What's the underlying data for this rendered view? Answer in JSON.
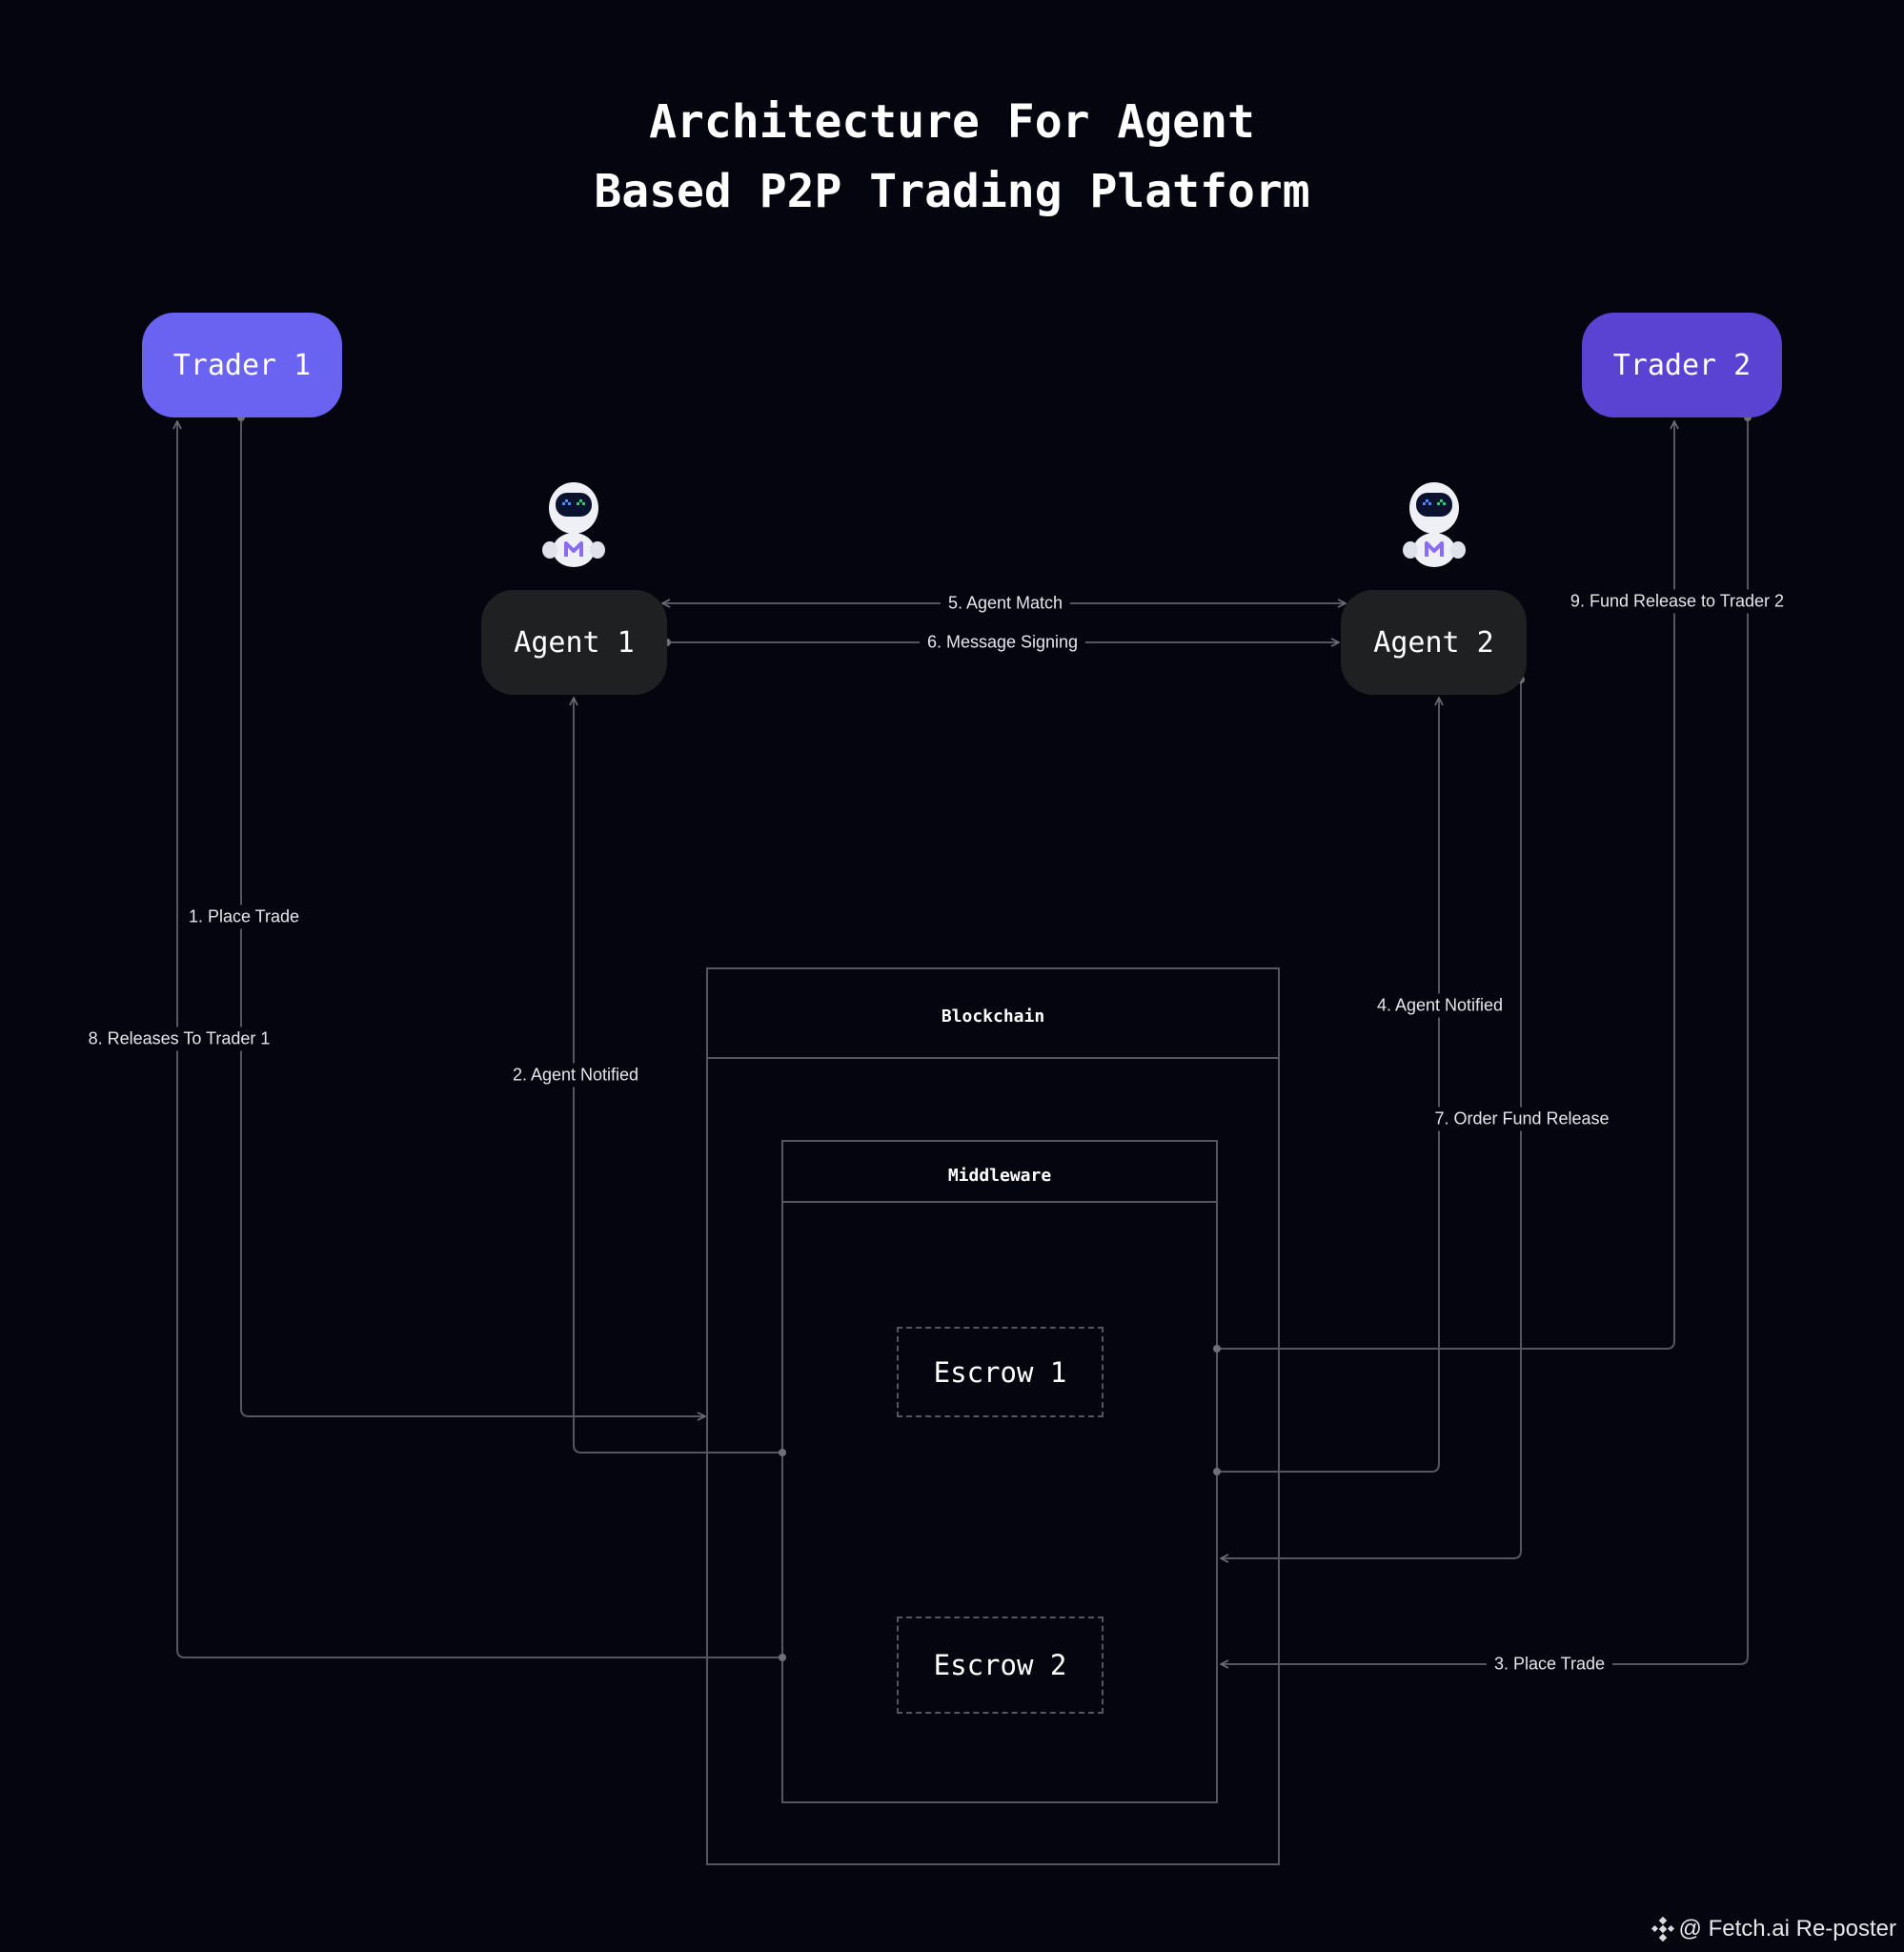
{
  "title": {
    "line1": "Architecture For Agent",
    "line2": "Based P2P Trading Platform"
  },
  "nodes": {
    "trader1": "Trader 1",
    "trader2": "Trader 2",
    "agent1": "Agent 1",
    "agent2": "Agent 2"
  },
  "containers": {
    "blockchain": "Blockchain",
    "middleware": "Middleware",
    "escrow1": "Escrow 1",
    "escrow2": "Escrow 2"
  },
  "edges": [
    {
      "id": "e1",
      "label": "1. Place Trade"
    },
    {
      "id": "e2",
      "label": "2. Agent Notified"
    },
    {
      "id": "e3",
      "label": "3. Place Trade"
    },
    {
      "id": "e4",
      "label": "4. Agent Notified"
    },
    {
      "id": "e5",
      "label": "5. Agent Match"
    },
    {
      "id": "e6",
      "label": "6. Message Signing"
    },
    {
      "id": "e7",
      "label": "7. Order Fund Release"
    },
    {
      "id": "e8",
      "label": "8. Releases To Trader 1"
    },
    {
      "id": "e9",
      "label": "9. Fund Release to Trader 2"
    }
  ],
  "footer": {
    "text": "@ Fetch.ai Re-poster",
    "icon": "binance-diamond-icon"
  },
  "colors": {
    "background": "#050510",
    "trader1": "#6a63f2",
    "trader2": "#5a43d3",
    "agent": "#1f2022",
    "line": "#55565e"
  }
}
